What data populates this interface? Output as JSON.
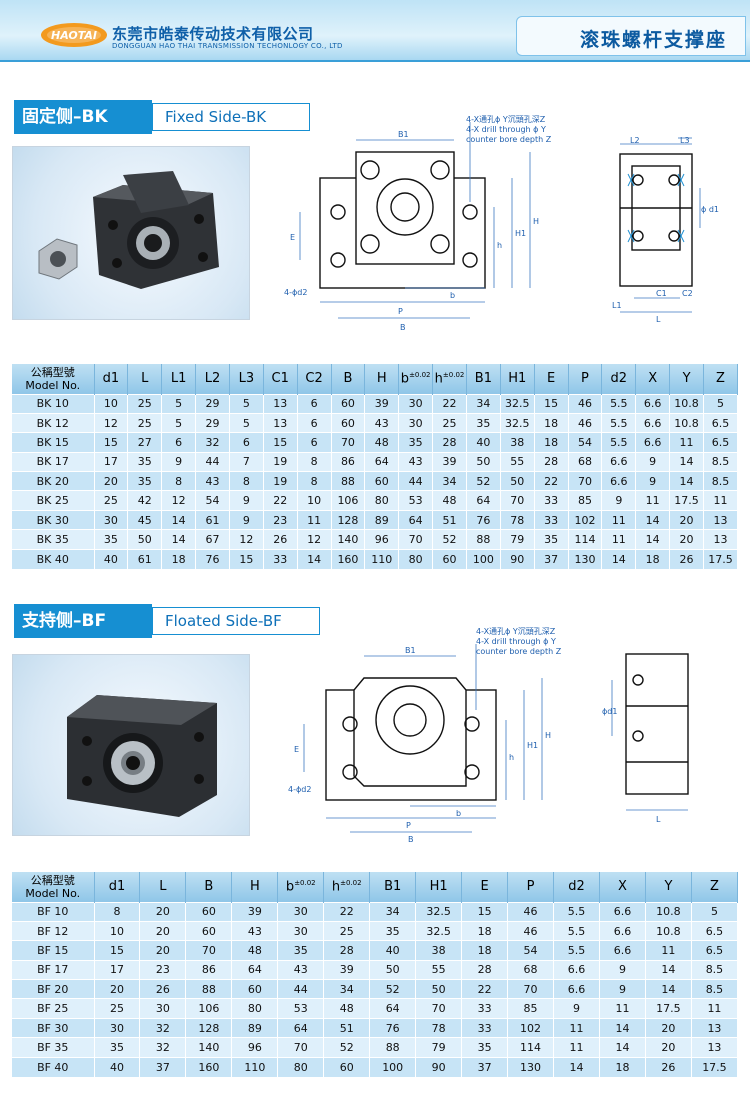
{
  "header": {
    "brand": "HAOTAI",
    "brand_cn": "皓泰",
    "company_cn": "东莞市皓泰传动技术有限公司",
    "company_en": "DONGGUAN HAO THAI TRANSMISSION TECHONLOGY CO., LTD",
    "product_title": "滚珠螺杆支撑座"
  },
  "bk": {
    "title_cn": "固定侧–BK",
    "title_en": "Fixed Side-BK",
    "note_lines": [
      "4-X通孔ϕ Y沉頭孔深Z",
      "4-X drill through ϕ Y",
      "counter bore depth Z"
    ],
    "dim_labels": {
      "B1": "B1",
      "H1": "H1",
      "H": "H",
      "h": "h",
      "E": "E",
      "P": "P",
      "B": "B",
      "b": "b",
      "d2": "4-ϕd2",
      "L2": "L2",
      "L3": "L3",
      "d1": "ϕ d1",
      "C1": "C1",
      "C2": "C2",
      "L1": "L1",
      "L": "L"
    },
    "headers": [
      "d1",
      "L",
      "L1",
      "L2",
      "L3",
      "C1",
      "C2",
      "B",
      "H",
      "b",
      "h",
      "B1",
      "H1",
      "E",
      "P",
      "d2",
      "X",
      "Y",
      "Z"
    ],
    "header_model_cn": "公稱型號",
    "header_model_en": "Model No.",
    "tol": "±0.02",
    "rows": [
      [
        "BK 10",
        "10",
        "25",
        "5",
        "29",
        "5",
        "13",
        "6",
        "60",
        "39",
        "30",
        "22",
        "34",
        "32.5",
        "15",
        "46",
        "5.5",
        "6.6",
        "10.8",
        "5"
      ],
      [
        "BK 12",
        "12",
        "25",
        "5",
        "29",
        "5",
        "13",
        "6",
        "60",
        "43",
        "30",
        "25",
        "35",
        "32.5",
        "18",
        "46",
        "5.5",
        "6.6",
        "10.8",
        "6.5"
      ],
      [
        "BK 15",
        "15",
        "27",
        "6",
        "32",
        "6",
        "15",
        "6",
        "70",
        "48",
        "35",
        "28",
        "40",
        "38",
        "18",
        "54",
        "5.5",
        "6.6",
        "11",
        "6.5"
      ],
      [
        "BK 17",
        "17",
        "35",
        "9",
        "44",
        "7",
        "19",
        "8",
        "86",
        "64",
        "43",
        "39",
        "50",
        "55",
        "28",
        "68",
        "6.6",
        "9",
        "14",
        "8.5"
      ],
      [
        "BK 20",
        "20",
        "35",
        "8",
        "43",
        "8",
        "19",
        "8",
        "88",
        "60",
        "44",
        "34",
        "52",
        "50",
        "22",
        "70",
        "6.6",
        "9",
        "14",
        "8.5"
      ],
      [
        "BK 25",
        "25",
        "42",
        "12",
        "54",
        "9",
        "22",
        "10",
        "106",
        "80",
        "53",
        "48",
        "64",
        "70",
        "33",
        "85",
        "9",
        "11",
        "17.5",
        "11"
      ],
      [
        "BK 30",
        "30",
        "45",
        "14",
        "61",
        "9",
        "23",
        "11",
        "128",
        "89",
        "64",
        "51",
        "76",
        "78",
        "33",
        "102",
        "11",
        "14",
        "20",
        "13"
      ],
      [
        "BK 35",
        "35",
        "50",
        "14",
        "67",
        "12",
        "26",
        "12",
        "140",
        "96",
        "70",
        "52",
        "88",
        "79",
        "35",
        "114",
        "11",
        "14",
        "20",
        "13"
      ],
      [
        "BK 40",
        "40",
        "61",
        "18",
        "76",
        "15",
        "33",
        "14",
        "160",
        "110",
        "80",
        "60",
        "100",
        "90",
        "37",
        "130",
        "14",
        "18",
        "26",
        "17.5"
      ]
    ]
  },
  "bf": {
    "title_cn": "支持侧–BF",
    "title_en": "Floated Side-BF",
    "note_lines": [
      "4-X通孔ϕ Y沉頭孔深Z",
      "4-X drill through ϕ Y",
      "counter bore depth Z"
    ],
    "dim_labels": {
      "B1": "B1",
      "H1": "H1",
      "H": "H",
      "h": "h",
      "E": "E",
      "P": "P",
      "B": "B",
      "b": "b",
      "d2": "4-ϕd2",
      "d1": "ϕd1",
      "L": "L"
    },
    "headers": [
      "d1",
      "L",
      "B",
      "H",
      "b",
      "h",
      "B1",
      "H1",
      "E",
      "P",
      "d2",
      "X",
      "Y",
      "Z"
    ],
    "header_model_cn": "公稱型號",
    "header_model_en": "Model No.",
    "tol": "±0.02",
    "rows": [
      [
        "BF 10",
        "8",
        "20",
        "60",
        "39",
        "30",
        "22",
        "34",
        "32.5",
        "15",
        "46",
        "5.5",
        "6.6",
        "10.8",
        "5"
      ],
      [
        "BF 12",
        "10",
        "20",
        "60",
        "43",
        "30",
        "25",
        "35",
        "32.5",
        "18",
        "46",
        "5.5",
        "6.6",
        "10.8",
        "6.5"
      ],
      [
        "BF 15",
        "15",
        "20",
        "70",
        "48",
        "35",
        "28",
        "40",
        "38",
        "18",
        "54",
        "5.5",
        "6.6",
        "11",
        "6.5"
      ],
      [
        "BF 17",
        "17",
        "23",
        "86",
        "64",
        "43",
        "39",
        "50",
        "55",
        "28",
        "68",
        "6.6",
        "9",
        "14",
        "8.5"
      ],
      [
        "BF 20",
        "20",
        "26",
        "88",
        "60",
        "44",
        "34",
        "52",
        "50",
        "22",
        "70",
        "6.6",
        "9",
        "14",
        "8.5"
      ],
      [
        "BF 25",
        "25",
        "30",
        "106",
        "80",
        "53",
        "48",
        "64",
        "70",
        "33",
        "85",
        "9",
        "11",
        "17.5",
        "11"
      ],
      [
        "BF 30",
        "30",
        "32",
        "128",
        "89",
        "64",
        "51",
        "76",
        "78",
        "33",
        "102",
        "11",
        "14",
        "20",
        "13"
      ],
      [
        "BF 35",
        "35",
        "32",
        "140",
        "96",
        "70",
        "52",
        "88",
        "79",
        "35",
        "114",
        "11",
        "14",
        "20",
        "13"
      ],
      [
        "BF 40",
        "40",
        "37",
        "160",
        "110",
        "80",
        "60",
        "100",
        "90",
        "37",
        "130",
        "14",
        "18",
        "26",
        "17.5"
      ]
    ]
  }
}
